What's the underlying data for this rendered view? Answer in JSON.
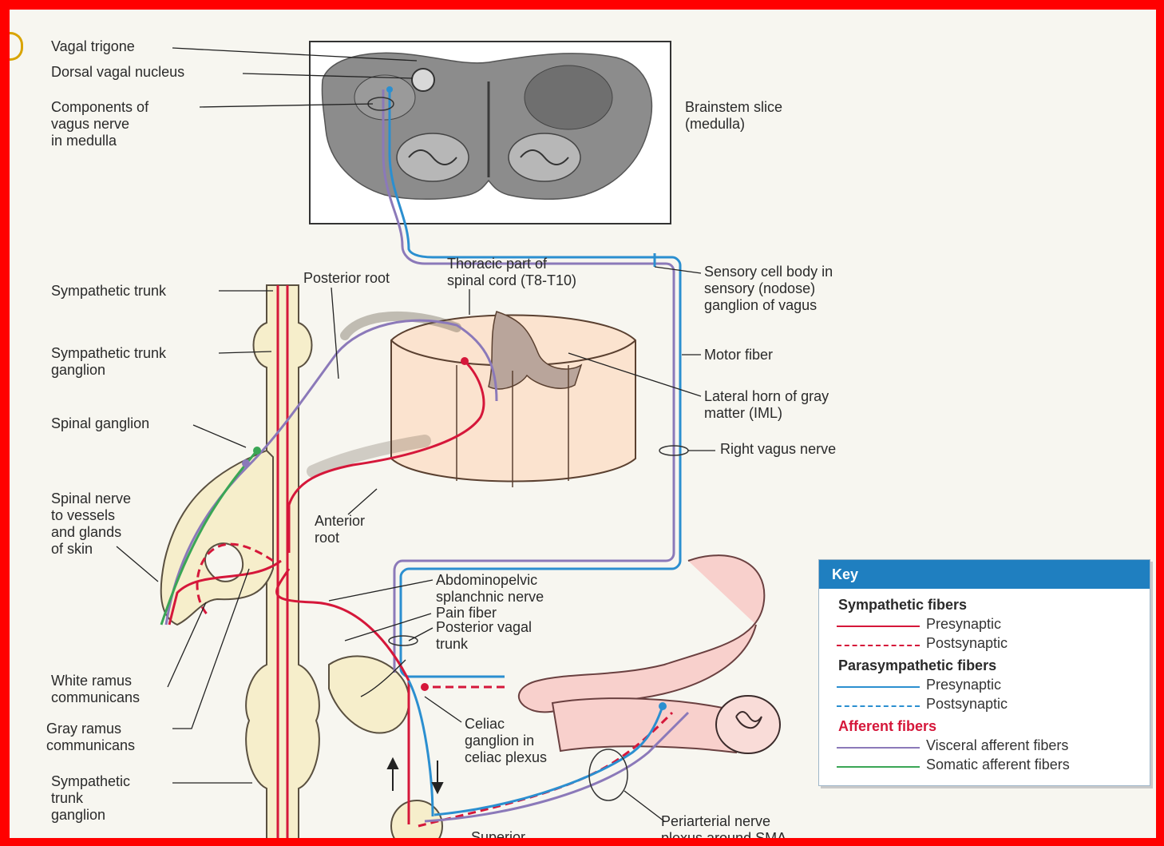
{
  "labels": {
    "vagal_trigone": "Vagal trigone",
    "dorsal_vagal_nucleus": "Dorsal vagal nucleus",
    "components_of_vagus": "Components of\nvagus nerve\nin medulla",
    "brainstem_slice": "Brainstem slice\n(medulla)",
    "sympathetic_trunk": "Sympathetic trunk",
    "posterior_root": "Posterior root",
    "thoracic_part": "Thoracic part of\nspinal cord (T8-T10)",
    "sensory_cell_body": "Sensory cell body in\nsensory (nodose)\nganglion of vagus",
    "sympathetic_trunk_ganglion_top": "Sympathetic trunk\nganglion",
    "motor_fiber": "Motor fiber",
    "lateral_horn": "Lateral horn of gray\nmatter (IML)",
    "spinal_ganglion": "Spinal ganglion",
    "right_vagus_nerve": "Right vagus nerve",
    "spinal_nerve": "Spinal nerve\nto vessels\nand glands\nof skin",
    "anterior_root": "Anterior\nroot",
    "abdominopelvic_splanchnic": "Abdominopelvic\nsplanchnic nerve",
    "pain_fiber": "Pain fiber",
    "posterior_vagal_trunk": "Posterior vagal\ntrunk",
    "white_ramus": "White ramus\ncommunicans",
    "gray_ramus": "Gray ramus\ncommunicans",
    "celiac_ganglion": "Celiac\nganglion in\nceliac plexus",
    "sympathetic_trunk_ganglion_bottom": "Sympathetic\ntrunk\nganglion",
    "periarterial_plexus": "Periarterial nerve\nplexus around SMA",
    "superior": "Superior"
  },
  "key": {
    "title": "Key",
    "sympathetic_heading": "Sympathetic fibers",
    "sympathetic_pre": "Presynaptic",
    "sympathetic_post": "Postsynaptic",
    "parasympathetic_heading": "Parasympathetic fibers",
    "parasympathetic_pre": "Presynaptic",
    "parasympathetic_post": "Postsynaptic",
    "afferent_heading": "Afferent fibers",
    "visceral_afferent": "Visceral afferent fibers",
    "somatic_afferent": "Somatic afferent fibers"
  },
  "colors": {
    "frame": "#ff0000",
    "sympathetic": "#d5173a",
    "parasympathetic": "#2b8fd0",
    "visceral_afferent": "#8b79b9",
    "somatic_afferent": "#3aa655",
    "key_header": "#1f7fc0",
    "nerve_fill": "#f6eecb",
    "cord_fill": "#fbe3cf",
    "gray_matter": "#b9a59b",
    "stomach_fill": "#f8d0cc"
  }
}
